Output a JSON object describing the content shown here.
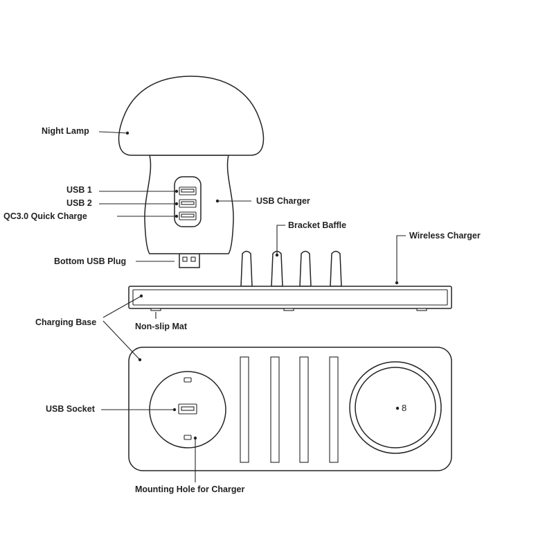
{
  "labels": {
    "night_lamp": "Night Lamp",
    "usb1": "USB 1",
    "usb2": "USB 2",
    "qc30": "QC3.0 Quick Charge",
    "usb_charger": "USB Charger",
    "bracket_baffle": "Bracket Baffle",
    "wireless_charger": "Wireless Charger",
    "bottom_usb_plug": "Bottom USB Plug",
    "charging_base": "Charging Base",
    "non_slip_mat": "Non-slip Mat",
    "usb_socket": "USB Socket",
    "mounting_hole": "Mounting Hole for Charger"
  },
  "wireless_symbol": "8",
  "colors": {
    "line": "#222222",
    "background": "#ffffff"
  }
}
